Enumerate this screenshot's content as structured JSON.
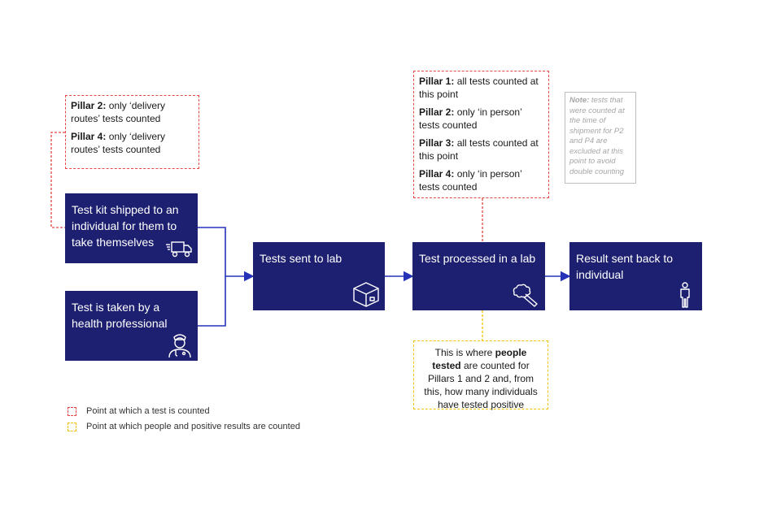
{
  "boxes": {
    "shipped": "Test kit shipped to an individual for them to take themselves",
    "health_pro": "Test is taken by a health professional",
    "sent_lab": "Tests sent to lab",
    "processed": "Test processed in a lab",
    "result": "Result sent back to individual"
  },
  "delivery_note": [
    {
      "label": "Pillar 2:",
      "text": " only ‘delivery routes’ tests counted"
    },
    {
      "label": "Pillar 4:",
      "text": " only ‘delivery routes’ tests counted"
    }
  ],
  "lab_note": [
    {
      "label": "Pillar 1:",
      "text": " all tests counted at this point"
    },
    {
      "label": "Pillar 2:",
      "text": " only ‘in person’ tests counted"
    },
    {
      "label": "Pillar 3:",
      "text": " all tests counted at this point"
    },
    {
      "label": "Pillar 4:",
      "text": " only ‘in person’ tests counted"
    }
  ],
  "grey_note": {
    "label": "Note:",
    "text": " tests that were counted at the time of shipment for P2 and P4 are excluded at this point to avoid double counting"
  },
  "people_note": {
    "before": "This is where ",
    "bold": "people tested",
    "after": " are counted for Pillars 1 and 2 and, from this, how many individuals have tested positive"
  },
  "legend": {
    "red": "Point at which  a test is counted",
    "yellow": "Point at which people and positive results are counted"
  },
  "colors": {
    "box": "#1d2070",
    "arrow": "#2632b8",
    "red_dash": "#e64646",
    "yellow_dash": "#f2c200",
    "grey_border": "#bdbdbd"
  },
  "icons": [
    "delivery-truck-icon",
    "nurse-icon",
    "package-box-icon",
    "lab-swab-icon",
    "person-icon"
  ]
}
